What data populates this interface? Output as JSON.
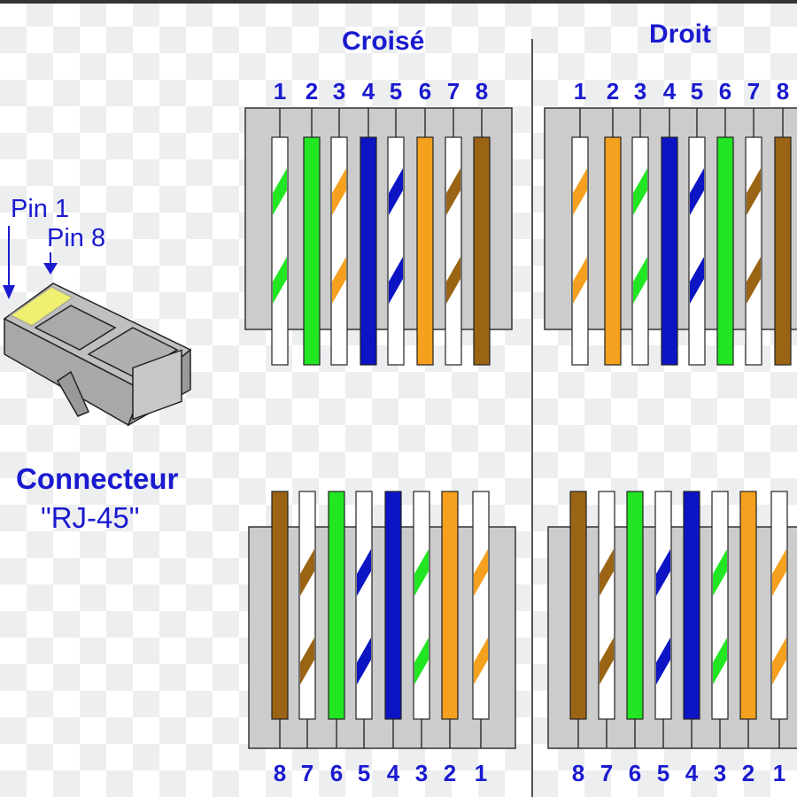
{
  "titles": {
    "crossed": "Croisé",
    "straight": "Droit"
  },
  "connector": {
    "pin1": "Pin 1",
    "pin8": "Pin 8",
    "label1": "Connecteur",
    "label2": "\"RJ-45\""
  },
  "colors": {
    "green": "#22e622",
    "orange": "#f5a01e",
    "blue": "#0c14c4",
    "brown": "#9a6414",
    "white": "#ffffff",
    "housing": "#cccccc",
    "text": "#1a1ad0"
  },
  "blocks": [
    {
      "id": "crossed-top",
      "pins": [
        "1",
        "2",
        "3",
        "4",
        "5",
        "6",
        "7",
        "8"
      ],
      "wires": [
        "white-green",
        "green",
        "white-orange",
        "blue",
        "white-blue",
        "orange",
        "white-brown",
        "brown"
      ]
    },
    {
      "id": "straight-top",
      "pins": [
        "1",
        "2",
        "3",
        "4",
        "5",
        "6",
        "7",
        "8"
      ],
      "wires": [
        "white-orange",
        "orange",
        "white-green",
        "blue",
        "white-blue",
        "green",
        "white-brown",
        "brown"
      ]
    },
    {
      "id": "crossed-bottom",
      "pins": [
        "8",
        "7",
        "6",
        "5",
        "4",
        "3",
        "2",
        "1"
      ],
      "wires": [
        "brown",
        "white-brown",
        "green",
        "white-blue",
        "blue",
        "white-green",
        "orange",
        "white-orange"
      ]
    },
    {
      "id": "straight-bottom",
      "pins": [
        "8",
        "7",
        "6",
        "5",
        "4",
        "3",
        "2",
        "1"
      ],
      "wires": [
        "brown",
        "white-brown",
        "green",
        "white-blue",
        "blue",
        "white-green",
        "orange",
        "white-orange"
      ]
    }
  ]
}
